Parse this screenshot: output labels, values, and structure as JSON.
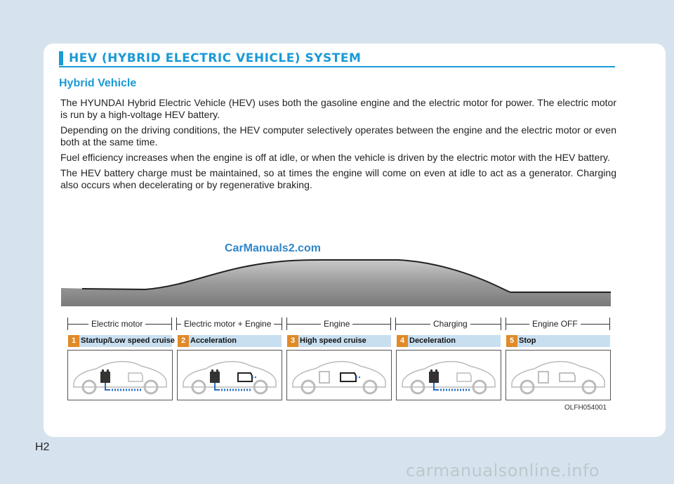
{
  "header": {
    "title": "HEV (HYBRID ELECTRIC VEHICLE) SYSTEM"
  },
  "section": {
    "title": "Hybrid Vehicle"
  },
  "paragraphs": [
    "The HYUNDAI Hybrid Electric Vehicle (HEV) uses both the gasoline engine and the electric motor for power. The electric motor is run by a high-voltage HEV battery.",
    "Depending on the driving conditions, the HEV computer selectively operates between the engine and the electric motor or even both at the same time.",
    "Fuel efficiency increases when the engine is off at idle, or when the vehicle is driven by the electric motor with the HEV battery.",
    "The HEV battery charge must be maintained, so at times the engine will come on even at idle to act as a generator. Charging also occurs when decelerating or by regenerative braking."
  ],
  "watermark": "CarManuals2.com",
  "diagram": {
    "modes": [
      "Electric motor",
      "Electric motor + Engine",
      "Engine",
      "Charging",
      "Engine OFF"
    ],
    "steps": [
      {
        "num": "1",
        "label": "Startup/Low speed cruise"
      },
      {
        "num": "2",
        "label": "Acceleration"
      },
      {
        "num": "3",
        "label": "High speed cruise"
      },
      {
        "num": "4",
        "label": "Deceleration"
      },
      {
        "num": "5",
        "label": "Stop"
      }
    ],
    "code": "OLFH054001"
  },
  "page_number": "H2",
  "footer_watermark": "carmanualsonline.info",
  "colors": {
    "accent": "#1a9ad6",
    "step_badge": "#e08a28",
    "step_bar": "#c8dff0",
    "flow": "#2a6fc0"
  }
}
